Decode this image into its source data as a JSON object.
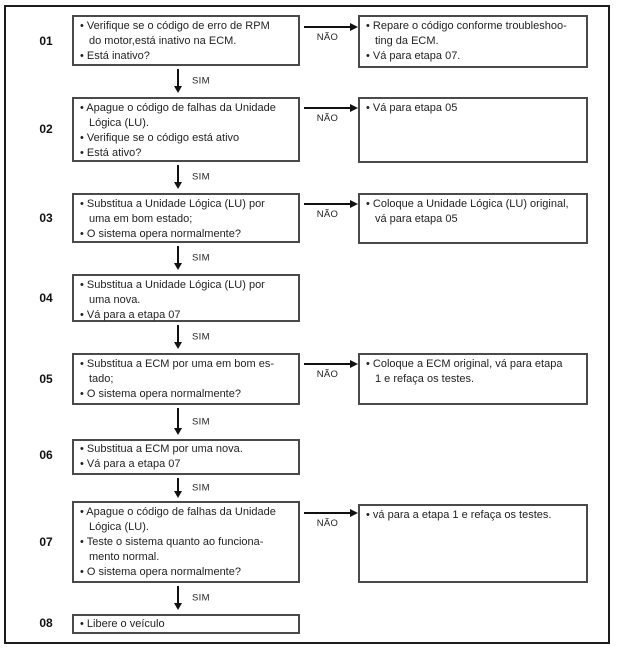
{
  "diagram": {
    "yes_label": "SIM",
    "no_label": "NÃO",
    "steps": [
      {
        "id": "01",
        "main": [
          "• Verifique se o código de erro de RPM\ndo motor,está inativo na ECM.",
          "• Está inativo?"
        ],
        "no_box": [
          "• Repare o código conforme troubleshoo-\nting da ECM.",
          "• Vá para etapa 07."
        ]
      },
      {
        "id": "02",
        "main": [
          "• Apague o código de falhas da Unidade\nLógica (LU).",
          "• Verifique se o código está ativo",
          "• Está ativo?"
        ],
        "no_box": [
          "• Vá para etapa 05"
        ]
      },
      {
        "id": "03",
        "main": [
          "• Substitua a Unidade Lógica (LU) por\numa em bom estado;",
          "• O sistema opera normalmente?"
        ],
        "no_box": [
          "• Coloque a Unidade Lógica (LU) original,\nvá para etapa 05"
        ]
      },
      {
        "id": "04",
        "main": [
          "• Substitua a Unidade Lógica (LU) por\numa nova.",
          "• Vá para a etapa 07"
        ]
      },
      {
        "id": "05",
        "main": [
          "• Substitua a ECM por uma em bom es-\ntado;",
          "• O sistema opera normalmente?"
        ],
        "no_box": [
          "• Coloque a ECM original, vá para etapa\n1 e refaça os testes."
        ]
      },
      {
        "id": "06",
        "main": [
          "• Substitua a ECM por uma nova.",
          "• Vá para a etapa 07"
        ]
      },
      {
        "id": "07",
        "main": [
          "• Apague o código de falhas da Unidade\nLógica (LU).",
          "• Teste o sistema quanto ao funciona-\nmento normal.",
          "• O sistema opera normalmente?"
        ],
        "no_box": [
          "• vá para a etapa 1 e refaça os testes."
        ]
      },
      {
        "id": "08",
        "main": [
          "• Libere o veículo"
        ]
      }
    ]
  }
}
